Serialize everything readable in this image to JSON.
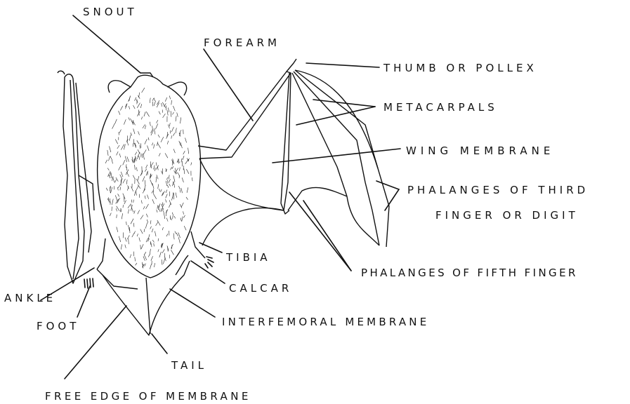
{
  "labels": {
    "snout": "SNOUT",
    "forearm": "FOREARM",
    "thumb": "THUMB OR POLLEX",
    "metacarpals": "METACARPALS",
    "wing_membrane": "WING MEMBRANE",
    "phalanges_third_1": "PHALANGES OF THIRD",
    "phalanges_third_2": "FINGER OR DIGIT",
    "tibia": "TIBIA",
    "phalanges_fifth": "PHALANGES OF FIFTH FINGER",
    "ankle": "ANKLE",
    "calcar": "CALCAR",
    "foot": "FOOT",
    "interfemoral": "INTERFEMORAL MEMBRANE",
    "tail": "TAIL",
    "free_edge": "FREE EDGE OF MEMBRANE"
  },
  "colors": {
    "ink": "#111111",
    "background": "#ffffff"
  }
}
